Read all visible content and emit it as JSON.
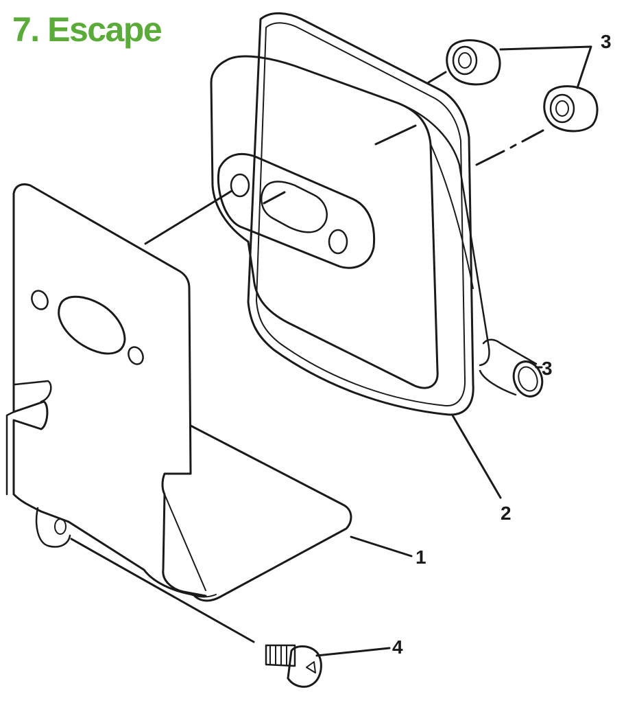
{
  "title": "7. Escape",
  "colors": {
    "title": "#5bab3a",
    "ink": "#1a1a1a",
    "paper": "#ffffff"
  },
  "callouts": [
    {
      "id": "bracket",
      "label": "1"
    },
    {
      "id": "muffler",
      "label": "2"
    },
    {
      "id": "nut-top",
      "label": "3"
    },
    {
      "id": "outlet",
      "label": "3"
    },
    {
      "id": "screw",
      "label": "4"
    }
  ]
}
